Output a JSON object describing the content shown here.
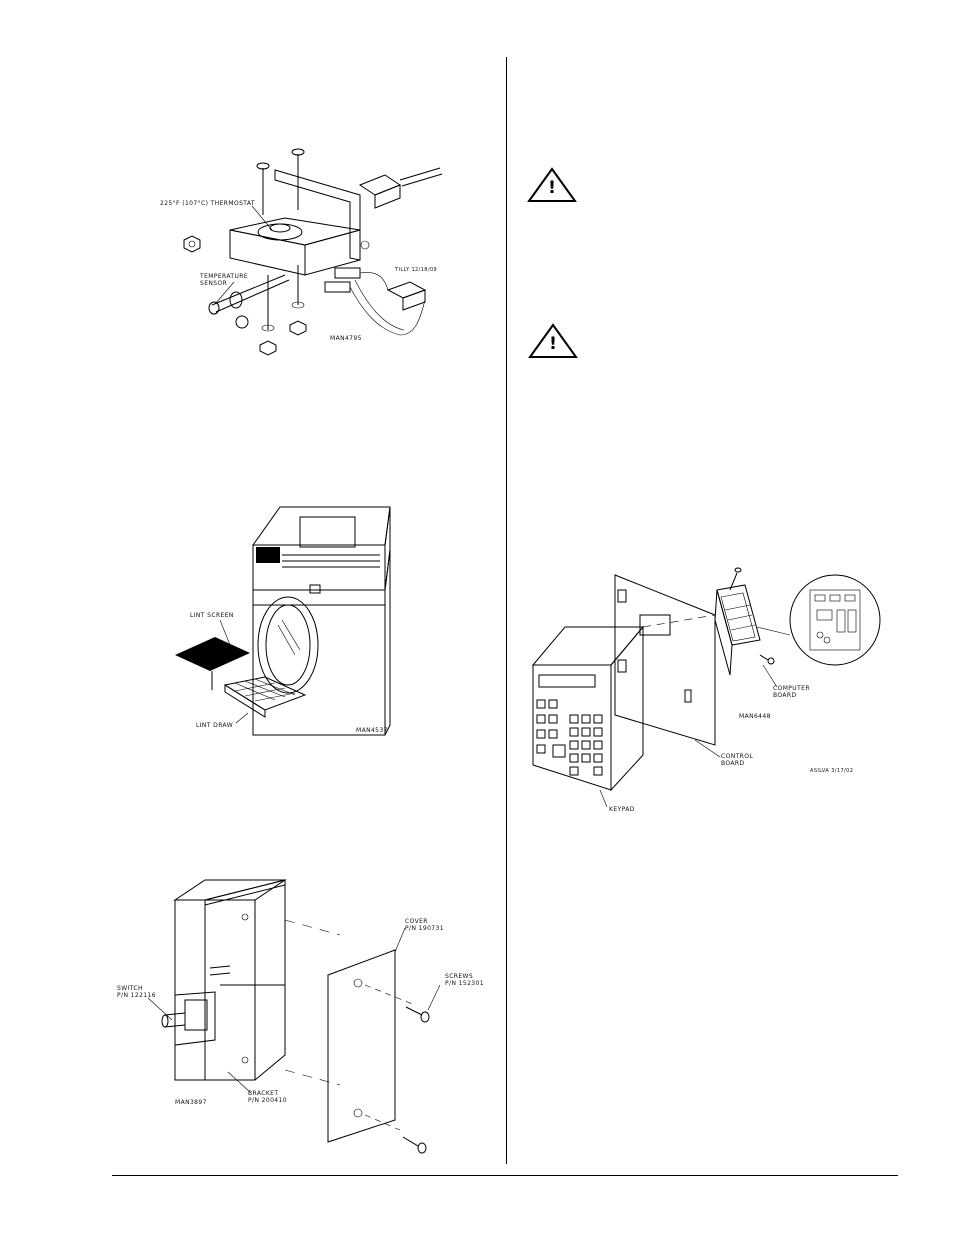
{
  "figure_thermostat": {
    "thermostat_label": "225°F (107°C) THERMOSTAT",
    "sensor_label_line1": "TEMPERATURE",
    "sensor_label_line2": "SENSOR",
    "artist_tag": "TILLY 12/18/09",
    "drawing_no": "MAN4795"
  },
  "figure_lint": {
    "screen_label": "LINT SCREEN",
    "drawer_label": "LINT DRAW",
    "drawing_no": "MAN4537"
  },
  "figure_switch": {
    "cover_label_line1": "COVER",
    "cover_label_line2": "P/N 190731",
    "screws_label_line1": "SCREWS",
    "screws_label_line2": "P/N 152301",
    "switch_label_line1": "SWITCH",
    "switch_label_line2": "P/N 122116",
    "bracket_label_line1": "BRACKET",
    "bracket_label_line2": "P/N 200410",
    "drawing_no": "MAN3897"
  },
  "figure_computer": {
    "computer_board_line1": "COMPUTER",
    "computer_board_line2": "BOARD",
    "drawing_no": "MAN6448",
    "control_board_line1": "CONTROL",
    "control_board_line2": "BOARD",
    "artist_tag": "ASILVA 3/17/02",
    "keypad_label": "KEYPAD"
  },
  "warnings": [
    {
      "symbol": "!"
    },
    {
      "symbol": "!"
    }
  ]
}
